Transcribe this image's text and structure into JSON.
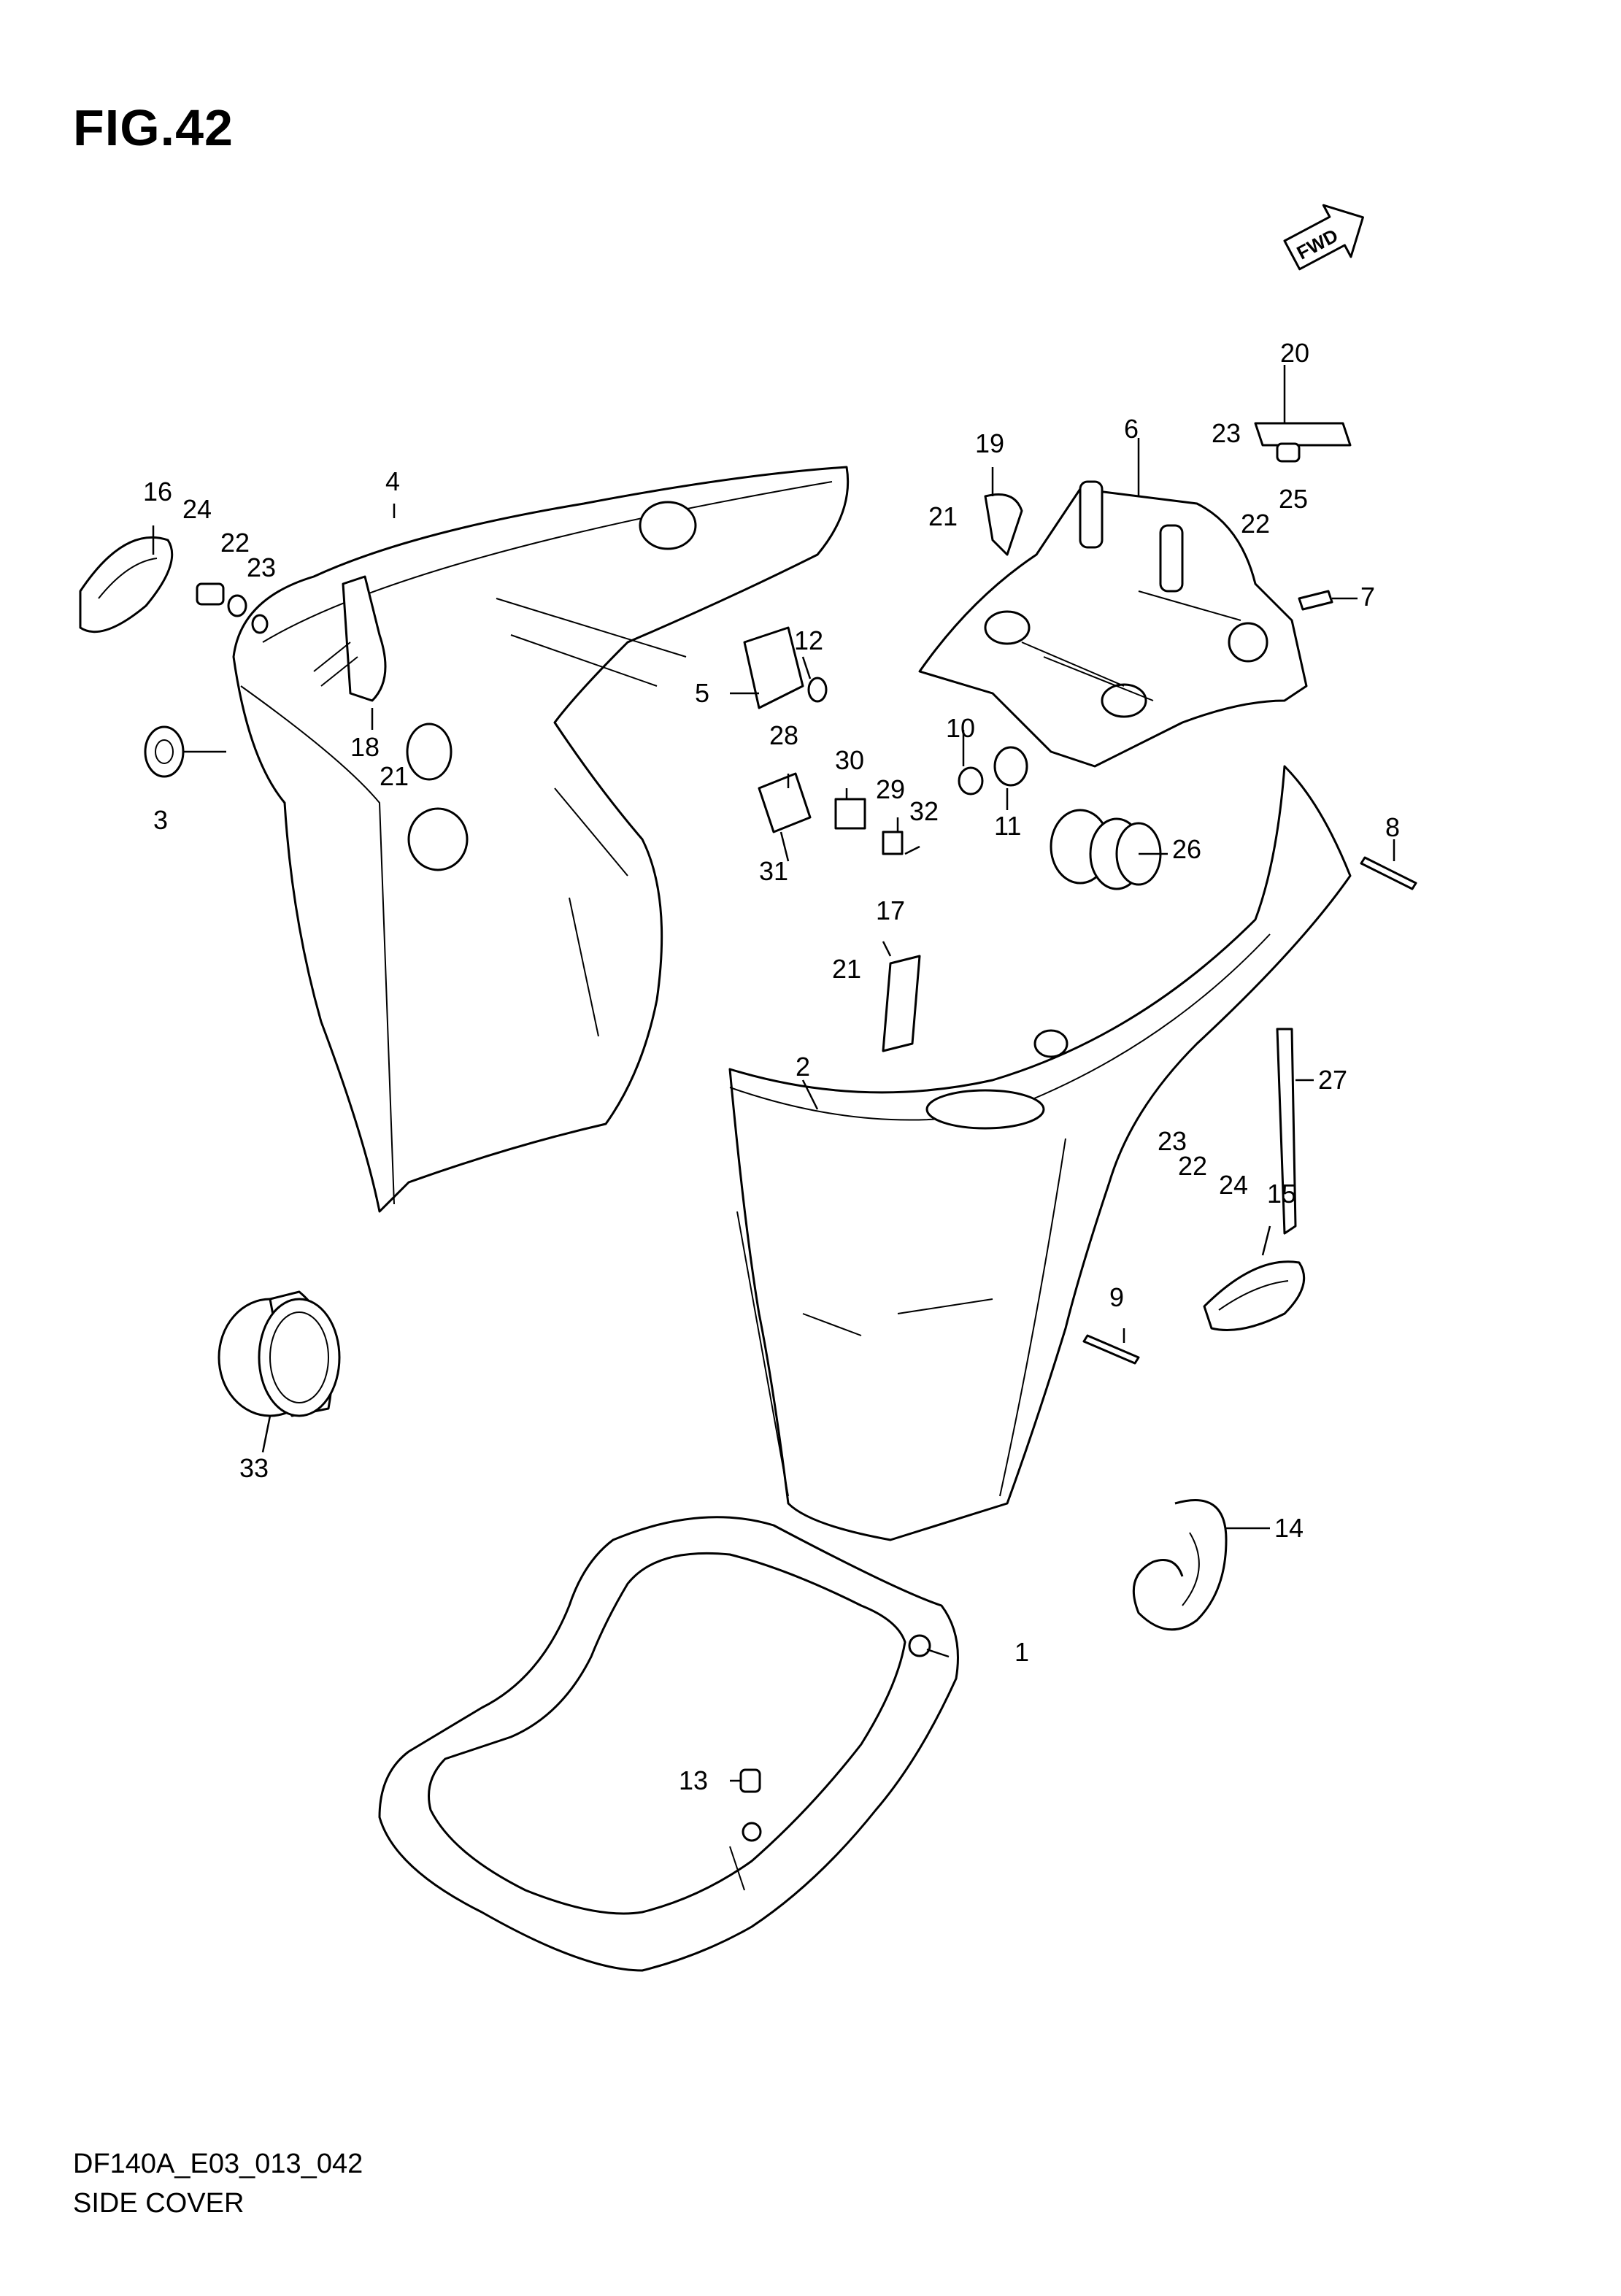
{
  "figure": {
    "title": "FIG.42"
  },
  "fwd_badge": {
    "text": "FWD"
  },
  "footer": {
    "code": "DF140A_E03_013_042",
    "caption": "SIDE COVER"
  },
  "callouts": {
    "c1": "1",
    "c2": "2",
    "c3": "3",
    "c4": "4",
    "c5": "5",
    "c6": "6",
    "c7": "7",
    "c8": "8",
    "c9": "9",
    "c10": "10",
    "c11": "11",
    "c12": "12",
    "c13": "13",
    "c14": "14",
    "c15": "15",
    "c16": "16",
    "c17": "17",
    "c18": "18",
    "c19": "19",
    "c20": "20",
    "c21a": "21",
    "c21b": "21",
    "c21c": "21",
    "c22a": "22",
    "c22b": "22",
    "c22c": "22",
    "c23a": "23",
    "c23b": "23",
    "c23c": "23",
    "c24a": "24",
    "c24b": "24",
    "c25": "25",
    "c26": "26",
    "c27": "27",
    "c28": "28",
    "c29": "29",
    "c30": "30",
    "c31": "31",
    "c32": "32",
    "c33": "33"
  }
}
